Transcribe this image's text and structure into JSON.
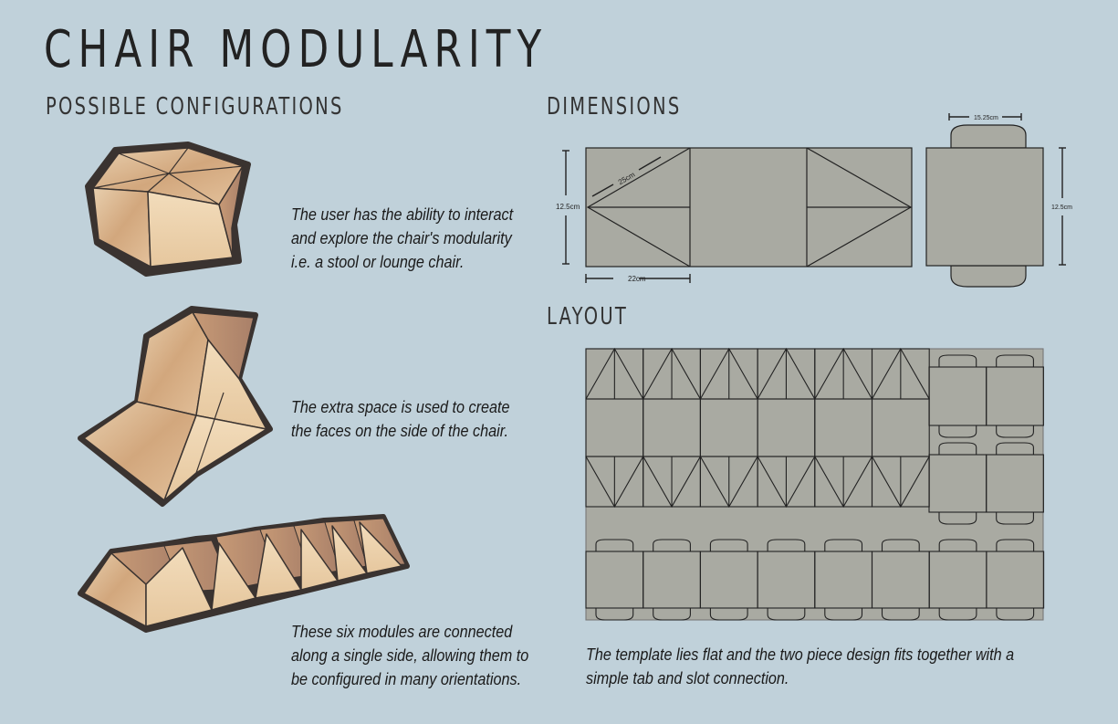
{
  "title": "CHAIR MODULARITY",
  "sections": {
    "configurations": "POSSIBLE CONFIGURATIONS",
    "dimensions": "DIMENSIONS",
    "layout": "LAYOUT"
  },
  "descriptions": {
    "stool": [
      "The user has the ability to interact",
      "and explore the chair's modularity",
      "i.e. a stool or lounge chair."
    ],
    "lounge": [
      "The extra space is used to create",
      "the faces on the side of the chair."
    ],
    "modules": [
      "These six modules are connected",
      "along a single side, allowing them to",
      "be configured in many orientations."
    ],
    "layout": [
      "The template lies flat and the two piece design fits together with a",
      "simple tab and slot connection."
    ]
  },
  "dimensions": {
    "height": "12.5cm",
    "diagonal": "25cm",
    "width": "22cm",
    "tab_width": "15.25cm",
    "side_height": "12.5cm"
  },
  "colors": {
    "background": "#c0d1da",
    "template": "#a9aaa2",
    "wood": "#d9b48f"
  }
}
